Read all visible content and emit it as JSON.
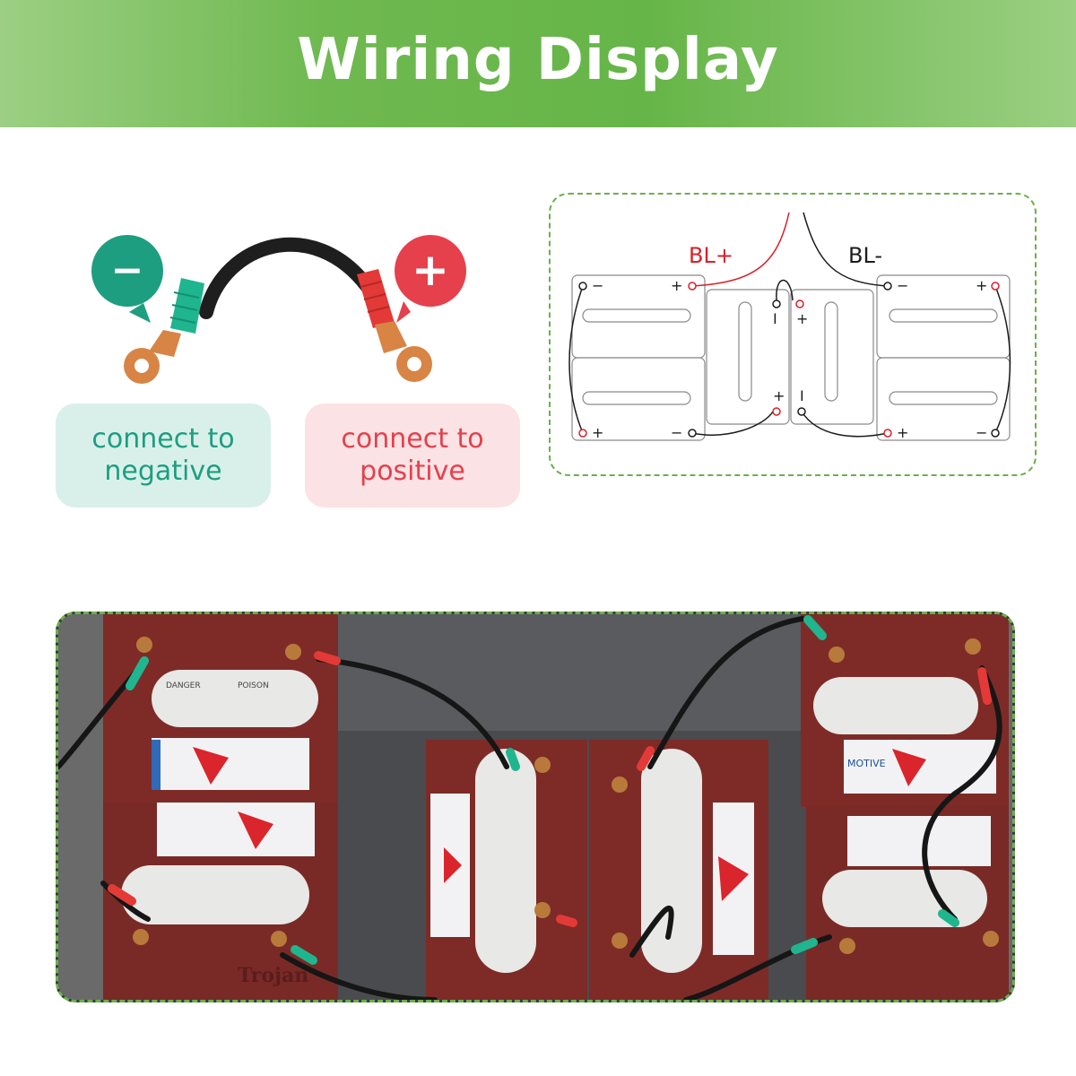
{
  "banner": {
    "title": "Wiring Display"
  },
  "cable": {
    "negative_symbol": "−",
    "positive_symbol": "+",
    "negative_label": [
      "connect to",
      "negative"
    ],
    "positive_label": [
      "connect to",
      "positive"
    ]
  },
  "schematic": {
    "bl_plus": "BL+",
    "bl_minus": "BL-",
    "plus": "+",
    "minus": "−",
    "bar": "I"
  },
  "photo": {
    "brand": "Trojan",
    "label": "MOTIVE",
    "warning": "DANGER",
    "poison": "POISON"
  },
  "colors": {
    "banner_green": "#66b548",
    "negative_teal": "#1d9e80",
    "positive_red": "#e5404c",
    "battery_red": "#7e2b27",
    "frame_green": "#6ab04c"
  }
}
